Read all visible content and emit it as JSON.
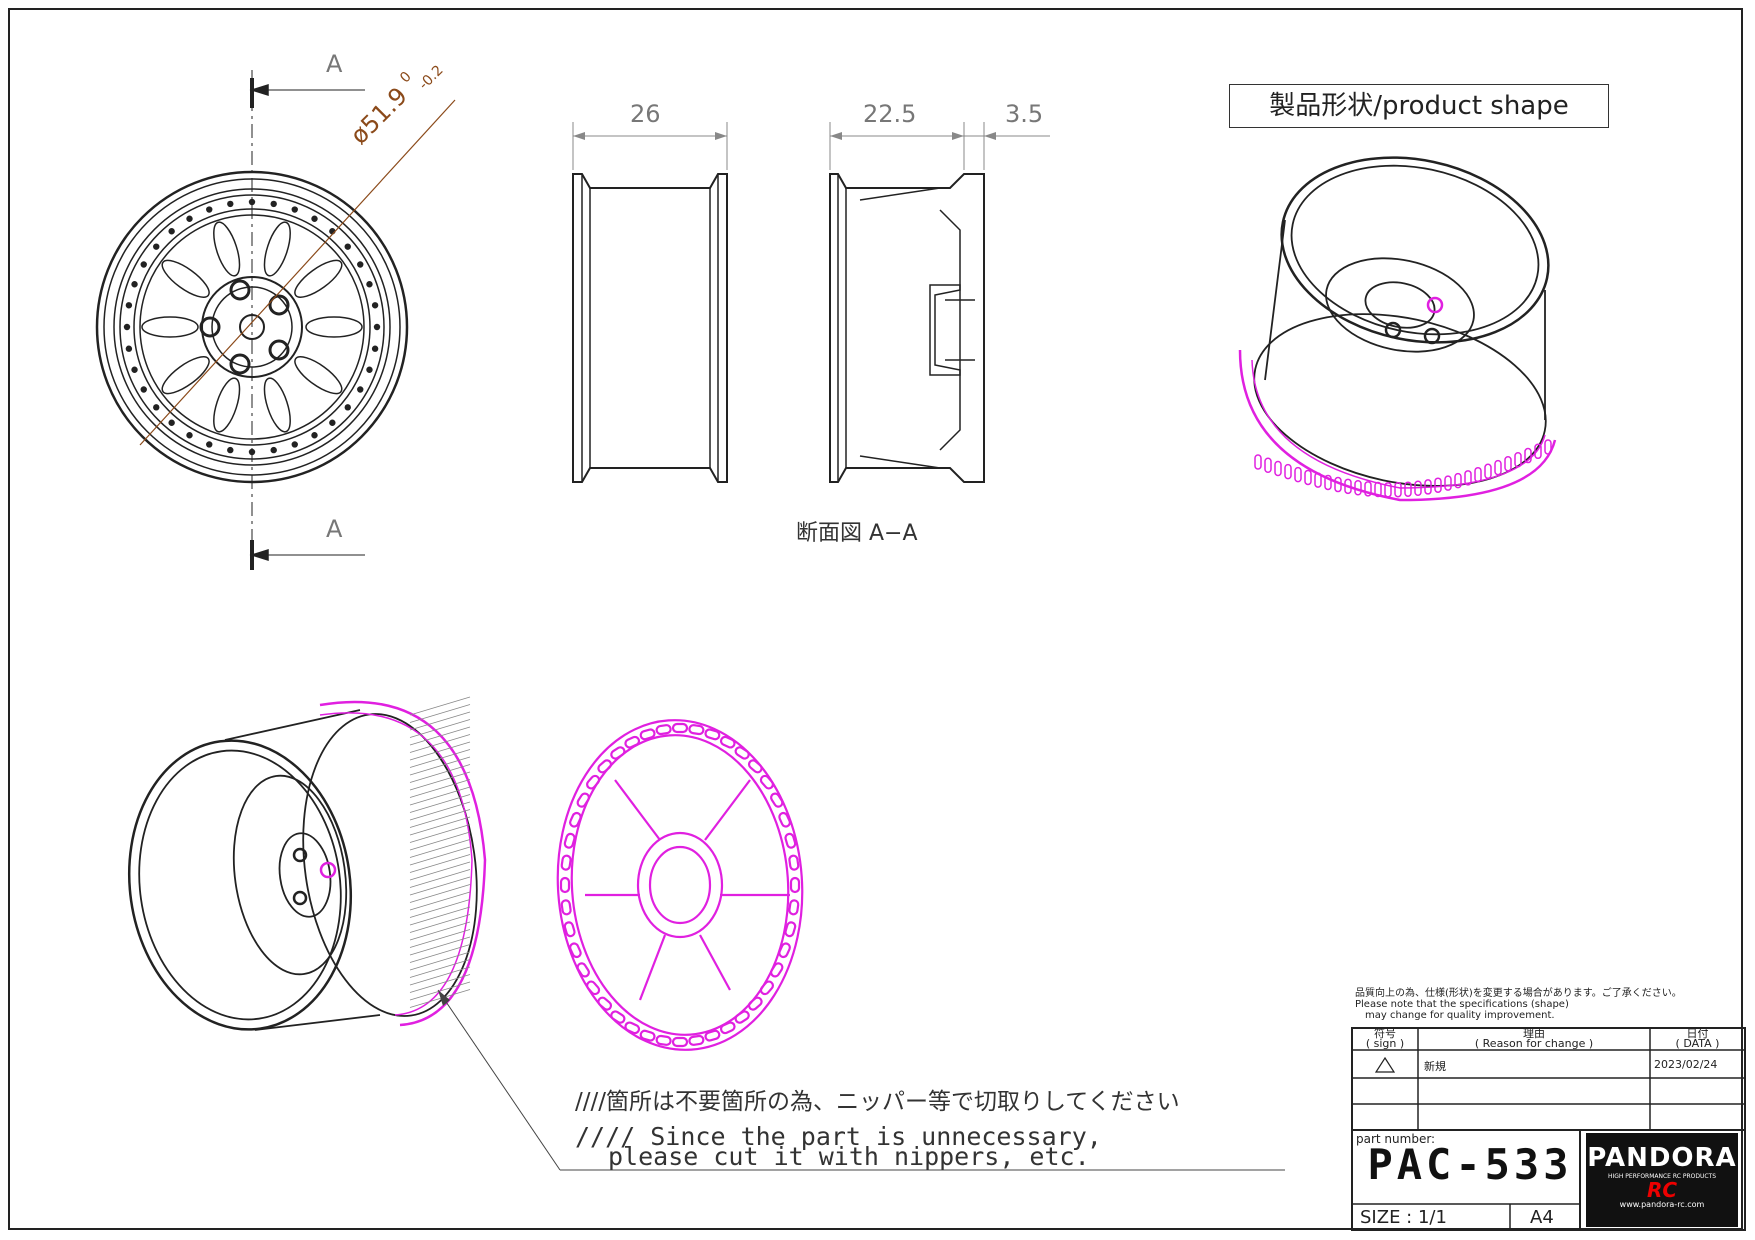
{
  "section_markers": {
    "top_letter": "A",
    "bottom_letter": "A"
  },
  "dimensions": {
    "diameter": "ø51.9",
    "tol_upper": "0",
    "tol_lower": "-0.2",
    "width_left": "26",
    "width_right": "22.5",
    "offset": "3.5"
  },
  "section_label": "断面図 A−A",
  "product_shape_label": "製品形状/product shape",
  "notes": {
    "jp": "////箇所は不要箇所の為、ニッパー等で切取りしてください",
    "en_line1": "//// Since the part is unnecessary,",
    "en_line2": "please cut it with nippers, etc."
  },
  "title_block": {
    "notice_jp": "品質向上の為、仕様(形状)を変更する場合があります。ご了承ください。",
    "notice_en1": "Please note that the specifications (shape)",
    "notice_en2": "may change for quality improvement.",
    "hdr_sign_jp": "符号",
    "hdr_sign_en": "( sign )",
    "hdr_reason_jp": "理由",
    "hdr_reason_en": "( Reason for change )",
    "hdr_date_jp": "日付",
    "hdr_date_en": "( DATA )",
    "row1_reason": "新規",
    "row1_date": "2023/02/24",
    "part_number_label": "part number:",
    "part_number": "PAC-533",
    "size_label": "SIZE : 1/1",
    "paper": "A4",
    "logo_text": "PANDORA",
    "logo_sub": "HIGH PERFORMANCE RC PRODUCTS",
    "logo_rc": "RC",
    "logo_url": "www.pandora-rc.com"
  },
  "colors": {
    "cut_part": "#e020e0",
    "dimension": "#8b4a1a",
    "line": "#222222"
  }
}
